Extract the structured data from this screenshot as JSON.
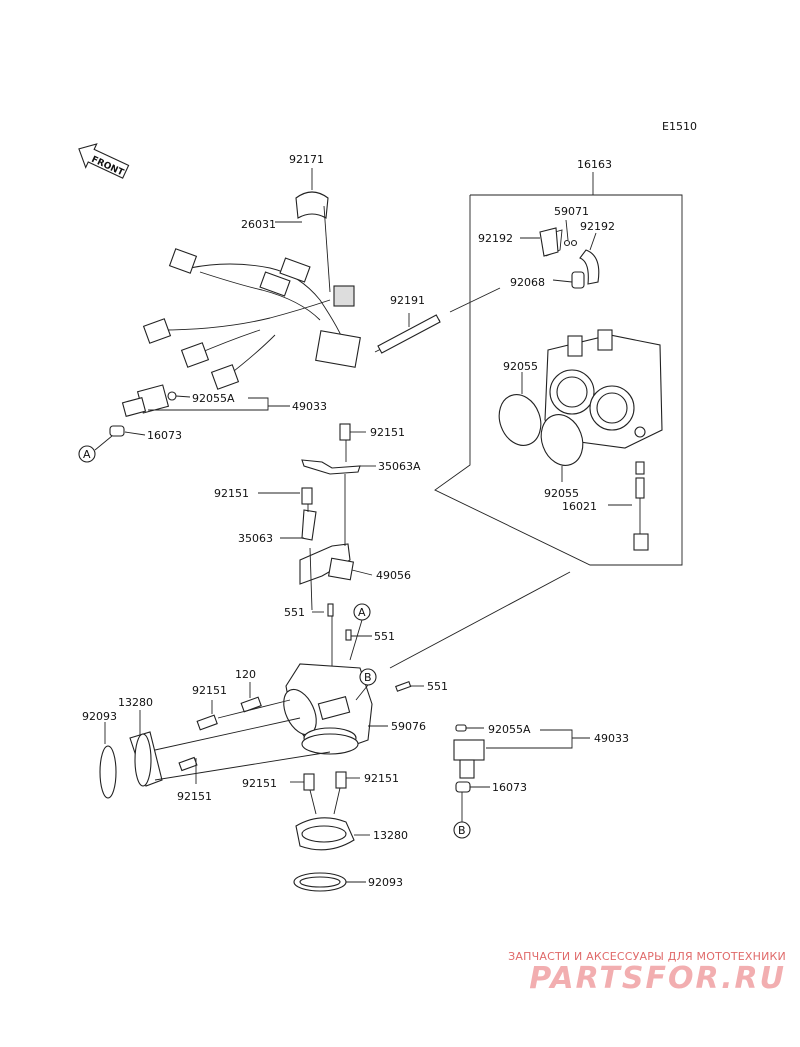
{
  "diagram_code": "E1510",
  "front_label": "FRONT",
  "callouts": {
    "A": "A",
    "B": "B"
  },
  "parts": {
    "p92171": "92171",
    "p26031": "26031",
    "p92055A_top": "92055A",
    "p49033_top": "49033",
    "p16073_top": "16073",
    "p16163": "16163",
    "p59071": "59071",
    "p92192_left": "92192",
    "p92192_right": "92192",
    "p92068": "92068",
    "p92191": "92191",
    "p92055_upper": "92055",
    "p92055_lower": "92055",
    "p16021": "16021",
    "p92151_a": "92151",
    "p35063A": "35063A",
    "p92151_b": "92151",
    "p35063": "35063",
    "p49056": "49056",
    "p551_a": "551",
    "p551_b": "551",
    "p551_c": "551",
    "p120": "120",
    "p92151_c": "92151",
    "p13280_left": "13280",
    "p92093_left": "92093",
    "p59076": "59076",
    "p92151_d": "92151",
    "p92151_e": "92151",
    "p92151_f": "92151",
    "p13280_bottom": "13280",
    "p92093_bottom": "92093",
    "p92055A_bottom": "92055A",
    "p49033_bottom": "49033",
    "p16073_bottom": "16073"
  },
  "watermark": {
    "caption": "ЗАПЧАСТИ И АКСЕССУАРЫ ДЛЯ МОТОТЕХНИКИ",
    "logo": "PARTSFOR.RU"
  }
}
